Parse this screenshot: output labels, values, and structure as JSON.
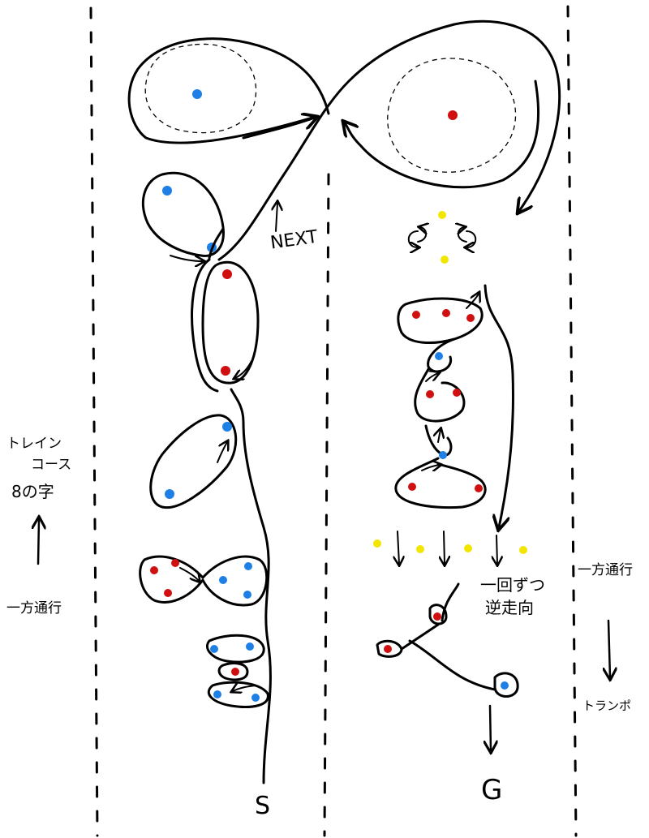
{
  "colors": {
    "ink": "#000000",
    "blue_cone": "#1e7fe6",
    "red_cone": "#d01010",
    "yellow_cone": "#f2e600"
  },
  "labels": {
    "next": "NEXT",
    "start": "S",
    "goal": "G",
    "left_course_line1": "トレイン",
    "left_course_line2": "コース",
    "left_course_line3": "8の字",
    "left_oneway": "一方通行",
    "middle_note_line1": "一回ずつ",
    "middle_note_line2": "逆走向",
    "right_oneway": "一方通行",
    "right_trampoline": "トランポ"
  },
  "icons": [
    "up-arrow-icon",
    "down-arrow-icon",
    "rotate-arrows-icon"
  ]
}
